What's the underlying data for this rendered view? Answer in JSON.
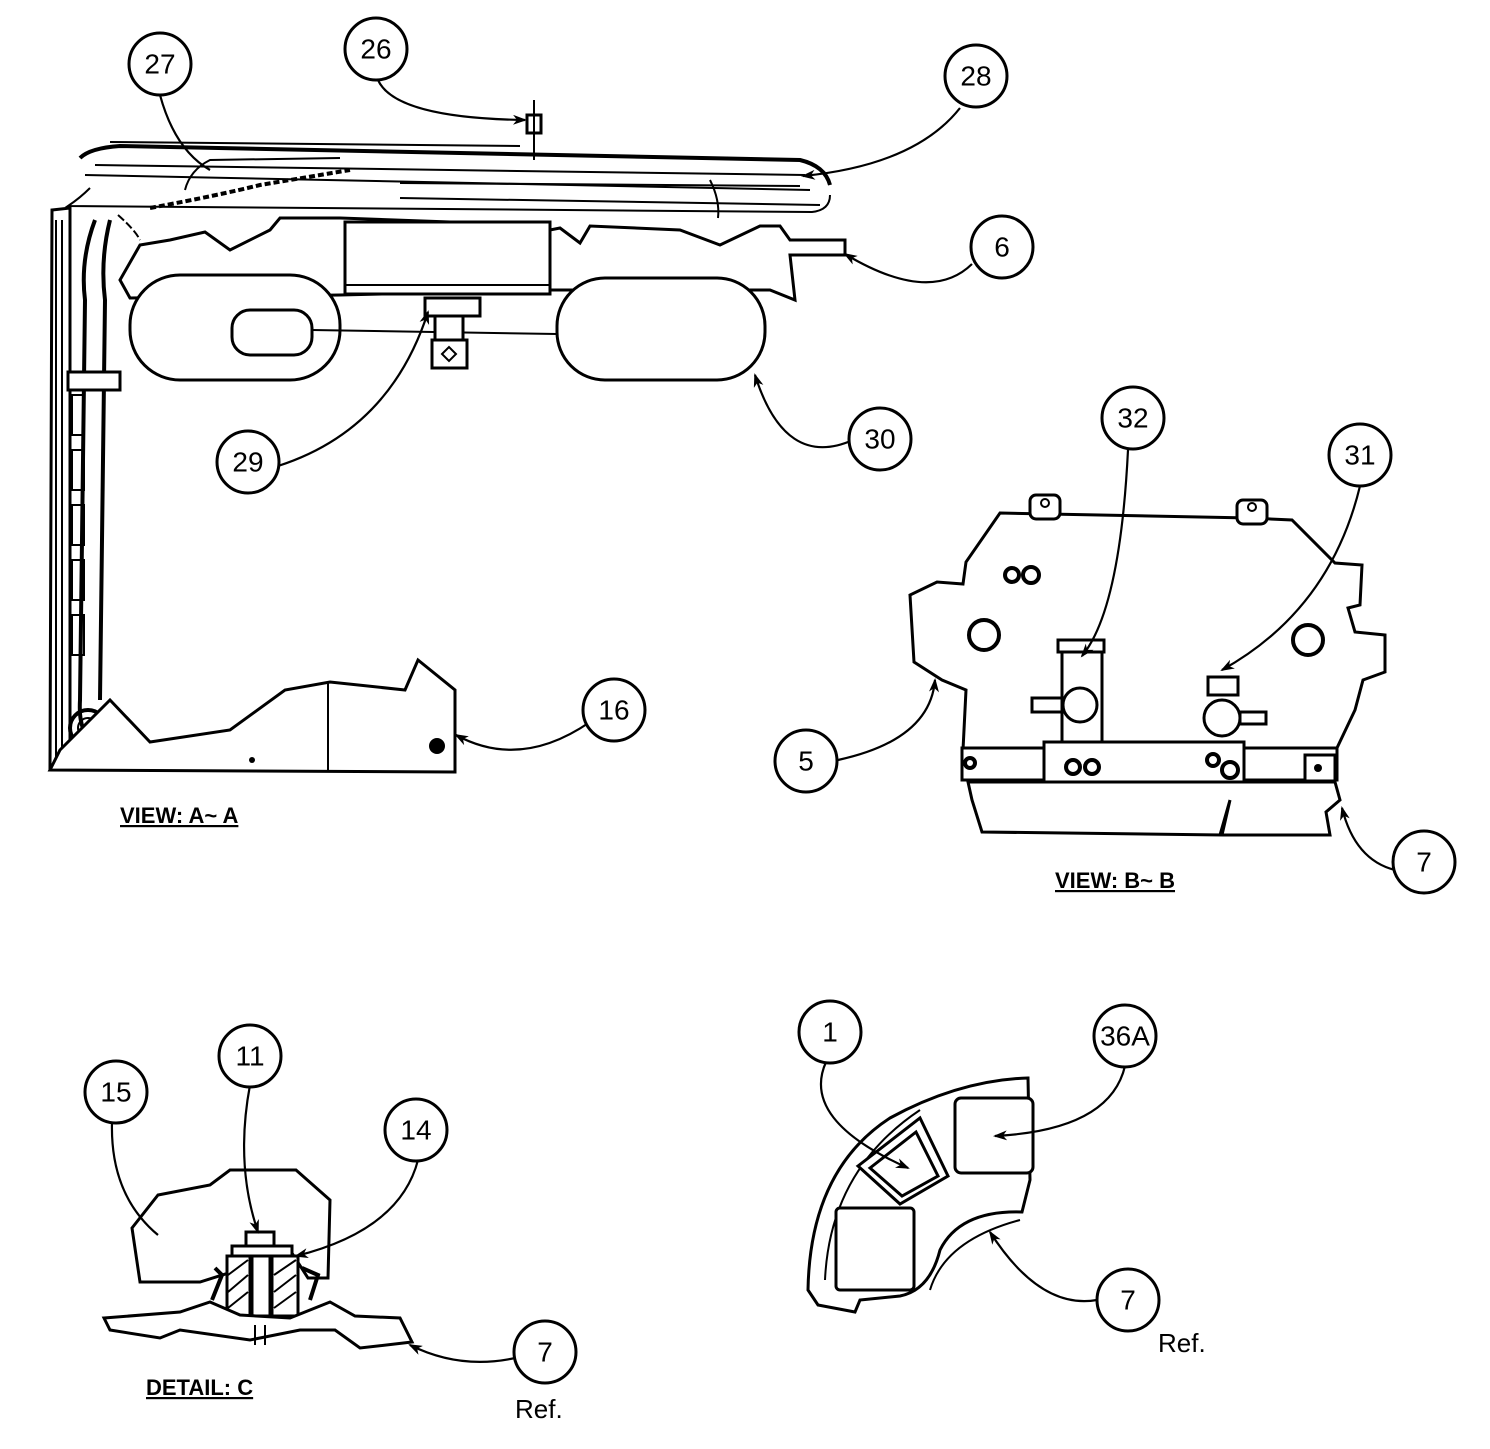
{
  "views": {
    "view_a_label": "VIEW: A~ A",
    "view_b_label": "VIEW: B~ B",
    "detail_c_label": "DETAIL: C"
  },
  "ref_labels": {
    "detail_c_ref": "Ref.",
    "corner_ref": "Ref."
  },
  "callouts": [
    {
      "id": "c26",
      "label": "26"
    },
    {
      "id": "c27",
      "label": "27"
    },
    {
      "id": "c28",
      "label": "28"
    },
    {
      "id": "c6",
      "label": "6"
    },
    {
      "id": "c30",
      "label": "30"
    },
    {
      "id": "c29",
      "label": "29"
    },
    {
      "id": "c16",
      "label": "16"
    },
    {
      "id": "c32",
      "label": "32"
    },
    {
      "id": "c31",
      "label": "31"
    },
    {
      "id": "c5",
      "label": "5"
    },
    {
      "id": "c7b",
      "label": "7"
    },
    {
      "id": "c15",
      "label": "15"
    },
    {
      "id": "c11",
      "label": "11"
    },
    {
      "id": "c14",
      "label": "14"
    },
    {
      "id": "c7c",
      "label": "7"
    },
    {
      "id": "c1",
      "label": "1"
    },
    {
      "id": "c36a",
      "label": "36A"
    },
    {
      "id": "c7d",
      "label": "7"
    }
  ]
}
